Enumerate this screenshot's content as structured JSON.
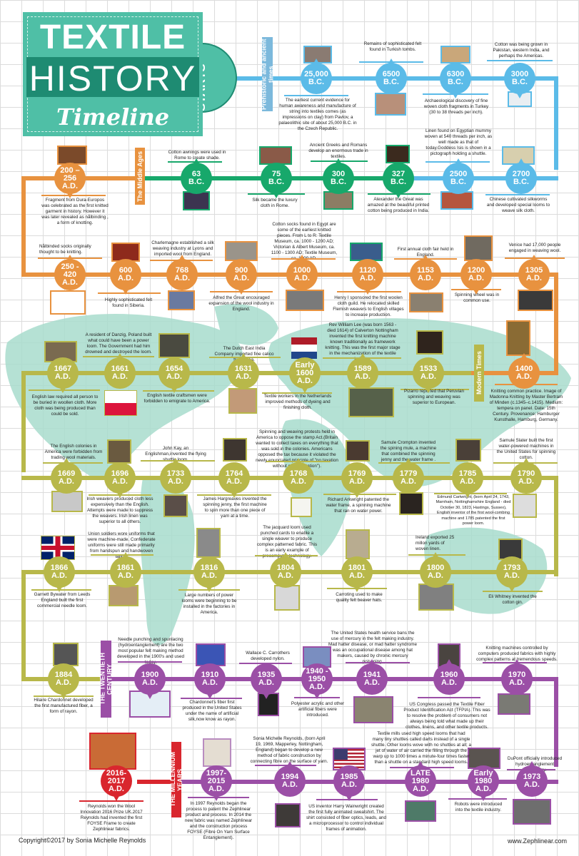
{
  "title": {
    "line1": "TEXTILE",
    "line2": "HISTORY",
    "line3": "Timeline",
    "starts": "STARTS"
  },
  "colors": {
    "prehistoric": "#5bbbe8",
    "middle_ages_green": "#17a86b",
    "middle_ages_orange": "#e8923f",
    "modern": "#b8b84a",
    "twentieth": "#9b4fa6",
    "millennium": "#d9262e",
    "title_teal": "#4fbfa6",
    "title_dark": "#1e8b72",
    "map": "#a8dccd"
  },
  "eras": [
    {
      "label": "Prehistoric and ancient times"
    },
    {
      "label": "The Middle Ages"
    },
    {
      "label": "Modern Times"
    },
    {
      "label": "THE TWENTIETH CENTURY"
    },
    {
      "label": "THE MILLENNIUM YEARS"
    }
  ],
  "events": [
    {
      "date": "25,000\nB.C.",
      "text": "The earliest current evidence for human awareness and manufacture of string into textiles comes (as impressions on clay) from Pavlov, a palaeolithic site of about 25,000 B.C. in the Czech Republic."
    },
    {
      "date": "6500\nB.C.",
      "text": "Remains of sophisticated felt found in Turkish tombs."
    },
    {
      "date": "6300\nB.C.",
      "text": "Archaeological discovery of fine woven cloth fragments in Turkey (30 to 38 threads per inch)."
    },
    {
      "date": "3000\nB.C.",
      "text": "Cotton was being grown in Pakistan, western India, and perhaps the Americas."
    },
    {
      "date": "2700\nB.C.",
      "text": "Chinese cultivated silkworms and developed special looms to weave silk cloth."
    },
    {
      "date": "2500\nB.C.",
      "text": "Linen found on Egyptian mummy woven at 540 threads per inch, as well made as that of today.Goddess Isis is shown in a pictograph holding a shuttle."
    },
    {
      "date": "327\nB.C.",
      "text": "Alexander the Great was amazed at the beautiful printed cotton being produced in India."
    },
    {
      "date": "300\nB.C.",
      "text": "Ancient Greeks and Romans develop an enormous trade in textiles."
    },
    {
      "date": "75\nB.C.",
      "text": "Silk became the luxury cloth in Rome."
    },
    {
      "date": "63\nB.C.",
      "text": "Cotton awnings were used in Rome to create shade."
    },
    {
      "date": "200 –\n256\nA.D.",
      "text": "Fragment from Dura-Europos was celebrated as the first knitted garment in history. However it was later revealed as nålbinding , a form of knotting."
    },
    {
      "date": "250 -\n420\nA.D.",
      "text": "Nålbinded socks originally thought to be knitting."
    },
    {
      "date": "600\nA.D.",
      "text": "Highly sophisticated felt found in Siberia."
    },
    {
      "date": "768\nA.D.",
      "text": "Charlemagne established a silk weaving industry at Lyons and imported wool from England."
    },
    {
      "date": "900\nA.D.",
      "text": "Alfred the Great encouraged expansion of the wool industry in England."
    },
    {
      "date": "1000\nA.D.",
      "text": "Cotton socks found in Egypt are some of the earliest knitted pieces. From L to R: Textile Museum, ca. 1000 - 1200 AD; Victorian & Albert Museum, ca. 1100 - 1300 AD; Textile Museum, ca. 1300 AD."
    },
    {
      "date": "1120\nA.D.",
      "text": "Henry I sponsored the first woolen cloth guild. He relocated skilled Flemish weavers to English villages to increase production."
    },
    {
      "date": "1153\nA.D.",
      "text": "First annual cloth fair held in England."
    },
    {
      "date": "1200\nA.D.",
      "text": "Spinning wheel was in common use."
    },
    {
      "date": "1305\nA.D.",
      "text": "Venice had 17,000 people engaged in weaving wool."
    },
    {
      "date": "1400\nA.D.",
      "text": "Knitting common practice. Image of Madonna Knitting by Master Bertram of Minden (c.1345–c.1415). Medium: tempera on panel. Date: 15th Century. Provenance: Hamburger Kunsthalle, Hamburg, Germany."
    },
    {
      "date": "1533\nA.D.",
      "text": "Pizarro reported that Peruvian spinning and weaving was superior to European."
    },
    {
      "date": "1589\nA.D.",
      "text": "Rev William Lee (was born 1563 - died 1614) of Calverton Nottingham invented the first knitting machine known traditionally as framework knitting. This was the first major stage in the mechanization of the textile industry."
    },
    {
      "date": "Early\n1600\nA.D.",
      "text": "Textile workers in the Netherlands improved methods of dyeing and finishing cloth."
    },
    {
      "date": "1631\nA.D.",
      "text": "The Dutch East India Company imported fine calico from India."
    },
    {
      "date": "1654\nA.D.",
      "text": "English textile craftsmen were forbidden to emigrate to America."
    },
    {
      "date": "1661\nA.D.",
      "text": "A resident of Danzig, Poland built what could have been a power loom. The Government had him drowned and destroyed the loom."
    },
    {
      "date": "1667\nA.D.",
      "text": "English law required all person to be buried in woollen cloth. More cloth was being produced than could be sold."
    },
    {
      "date": "1669\nA.D.",
      "text": "The English colonies in America were forbidden from trading wool materials."
    },
    {
      "date": "1696\nA.D.",
      "text": "Irish weavers produced cloth less expensively than the English. Attempts were made to suppress the weavers. Irish linen was superior to all others."
    },
    {
      "date": "1733\nA.D.",
      "text": "John Kay, an Englishman,invented the flying shuttle loom."
    },
    {
      "date": "1764\nA.D.",
      "text": "James Hargreaves invented the spinning jenny, the first machine to spin more than one piece of yarn at a time."
    },
    {
      "date": "1768\nA.D.",
      "text": "Spinning and weaving protests held in America to  oppose the stamp Act.(Britain wanted to collect taxes on everything that was sold in the colonies. Americans opposed the tax because it violated the newly enunciated principle of \"no taxation without representation\")."
    },
    {
      "date": "1769\nA.D.",
      "text": "Richard Arkwright patented the water frame, a spinning machine that ran on water power."
    },
    {
      "date": "1779\nA.D.",
      "text": "Samule Crompton invented the spining mule, a machine that combined the spinning jenny and the water frame ."
    },
    {
      "date": "1785\nA.D.",
      "text": "Edmund Cartwright, (born April 24, 1743, Marnham, Nottinghamshire England - died October 30, 1823, Hastings, Sussex), English inventor of the first wool-combing machine and 1785 patented the first power loom."
    },
    {
      "date": "1790\nA.D.",
      "text": "Samule Slater built the first water-powered machines in the United States for spinning cotton."
    },
    {
      "date": "1793\nA.D.",
      "text": "Eli Whitney invented the cotton gin."
    },
    {
      "date": "1800\nA.D.",
      "text": "Ireland exported 25 millon yards of woven linen."
    },
    {
      "date": "1801\nA.D.",
      "text": "Carroting used to make quality felt beaver hats."
    },
    {
      "date": "1804\nA.D.",
      "text": "The jacquard loom used punched cards to enable a single weaver to produce complex patterned fabric. This is an early example of precomputer technology."
    },
    {
      "date": "1816\nA.D.",
      "text": "Large numbers of power looms were beginning to be installed in the factories in America."
    },
    {
      "date": "1861\nA.D.",
      "text": "Union soldiers wore uniforms that were machine-made. Confederate uniforms were still made primarily from handspun and handwoven fabric."
    },
    {
      "date": "1866\nA.D.",
      "text": "Garnett Bywater from Leeds England built the first commercial needle loom."
    },
    {
      "date": "1884\nA.D.",
      "text": "Hilaire Chardonnet developed the first manufactured fiber, a form of rayon."
    },
    {
      "date": "1900\nA.D.",
      "text": "Needle punching and spunlacing (hydroentanglement) are the two most popular felt making  method developed in the 1900's and used today."
    },
    {
      "date": "1910\nA.D.",
      "text": "Chardonnet's fiber first produced in the United States under the name of artificial silk,now know as rayon."
    },
    {
      "date": "1935\nA.D.",
      "text": "Wallace C. Carrothers developed nylon."
    },
    {
      "date": "1940 -\n1950\nA.D.",
      "text": "Polyester acrylic and other artificial fibers were introduced."
    },
    {
      "date": "1941\nA.D.",
      "text": "The United States health service bans the use of mercury in the felt making industry. Mad hatter disease, or mad hatter syndrome was an occupational disease among hat makers, caused by chronic mercury poisoning."
    },
    {
      "date": "1960\nA.D.",
      "text": "US Congress passed the Textile Fiber Product Identification Act (TFPIA). This was to resolve the problem of consumers not always being told what made up their clothes, linens, and other textile products."
    },
    {
      "date": "1970\nA.D.",
      "text": "Knitting machines controlled by computers produced fabrics with highly complex patterns at tremendous speeds."
    },
    {
      "date": "1973\nA.D.",
      "text": "DuPont officially introduced hydroentanglement Technology."
    },
    {
      "date": "Early\n1980\nA.D.",
      "text": "Robots  were introduced into the textile industry."
    },
    {
      "date": "LATE\n1980\nA.D.",
      "text": "Textile mills used high speed looms that had many tiny shuttles called darts instead of a single  shuttle. Other looms wove with no shuttles at all; a jet of water of air carried the filling through the warp up to 1000 times a minute-four times faster than a shuttle on a standard high speed looms."
    },
    {
      "date": "1985\nA.D.",
      "text": "US inventor Harry Wainwright created the first fully animated sweatshirt. The shirt consisted of fiber optics, leads, and a microprocessor to control individual frames of animation."
    },
    {
      "date": "1994\nA.D.",
      "text": "Sonia Michelle Reynolds, (born April 19, 1969, Mapperley, Nottingham, England) began to develop a new method of fabric construction by connecting fibre on the surface of yarn."
    },
    {
      "date": "1997-\n2015\nA.D.",
      "text": "In 1997 Reynolds began the process to patent the Zephlinear product and process. In 2014 the new fabric was named Zephlinear and the construction process FOYSE (Fibre On Yarn Surface Entanglement)."
    },
    {
      "date": "2016-\n2017\nA.D.",
      "text": "Reynolds won the Wool Innovation 2016 Prize UK.2017 Reynolds had invented the first FOYSE Frame to create Zephlinear fabrics."
    }
  ],
  "footer": {
    "copyright": "Copyright©2017 by Sonia Michelle Reynolds",
    "website": "www.Zephlinear.com"
  }
}
